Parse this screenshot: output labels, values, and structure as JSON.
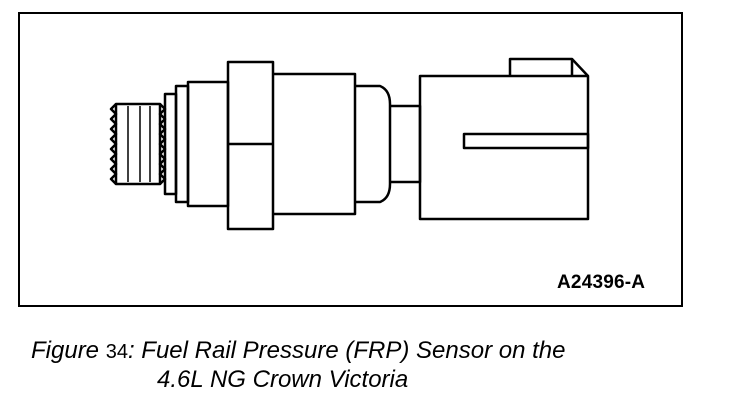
{
  "figure": {
    "id_label": "A24396-A",
    "subject_icon": "fuel-rail-pressure-sensor-icon"
  },
  "caption": {
    "prefix": "Figure",
    "number": "34",
    "line1_text": ": Fuel Rail Pressure (FRP) Sensor on the",
    "line2_text": "4.6L NG Crown Victoria"
  },
  "colors": {
    "line": "#000000",
    "background": "#ffffff"
  }
}
